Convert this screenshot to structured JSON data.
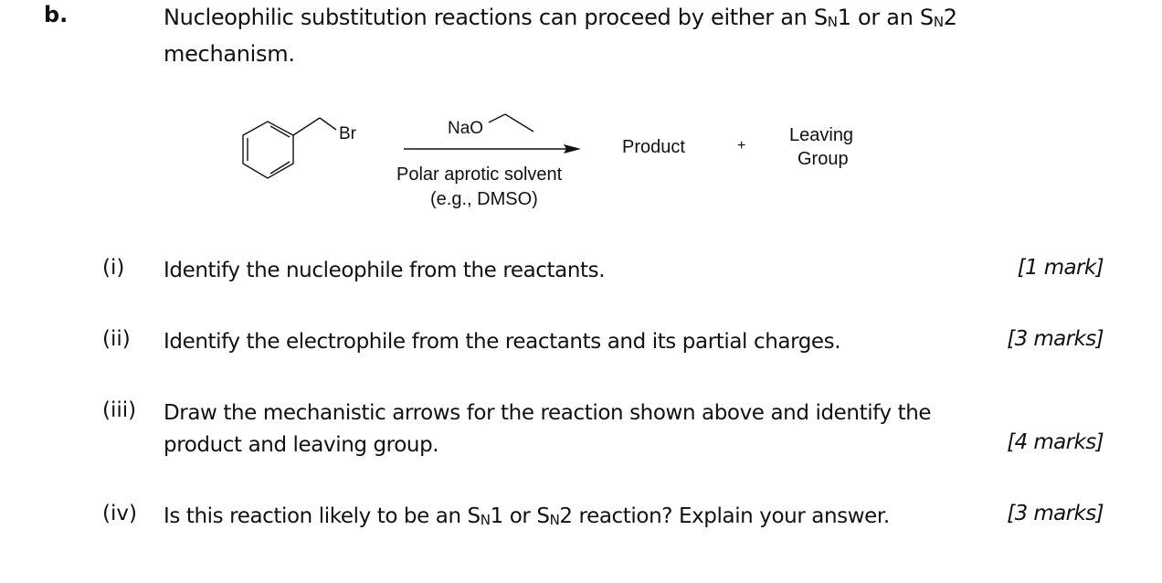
{
  "section": {
    "label": "b.",
    "intro_part1": "Nucleophilic substitution reactions can proceed by either an S",
    "sub_n1": "N",
    "intro_part2": "1 or an S",
    "sub_n2": "N",
    "intro_part3": "2",
    "intro_line2": "mechanism."
  },
  "scheme": {
    "reactant_atom": "Br",
    "reagent": "NaO",
    "condition_line1": "Polar aprotic solvent",
    "condition_line2": "(e.g., DMSO)",
    "product": "Product",
    "plus": "+",
    "leaving_group_line1": "Leaving",
    "leaving_group_line2": "Group"
  },
  "questions": [
    {
      "num": "(i)",
      "text": "Identify the nucleophile from the reactants.",
      "marks": "[1 mark]"
    },
    {
      "num": "(ii)",
      "text": "Identify the electrophile from the reactants and its partial charges.",
      "marks": "[3 marks]"
    },
    {
      "num": "(iii)",
      "text_line1": "Draw the mechanistic arrows for the reaction shown above and identify the",
      "text_line2": "product and leaving group.",
      "marks": "[4 marks]"
    },
    {
      "num": "(iv)",
      "text_a": "Is this reaction likely to be an S",
      "sub1": "N",
      "text_b": "1 or S",
      "sub2": "N",
      "text_c": "2 reaction?  Explain your answer.",
      "marks": "[3 marks]"
    }
  ]
}
